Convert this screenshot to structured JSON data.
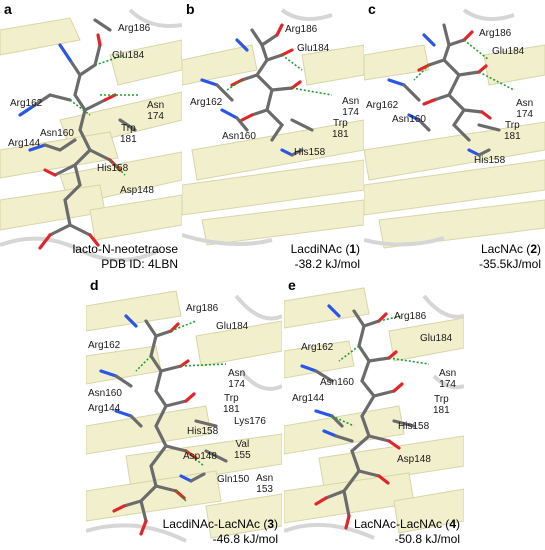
{
  "panels": {
    "a": {
      "label": "a",
      "caption_line1": "lacto-N-neotetraose",
      "caption_line2": "PDB ID: 4LBN",
      "residues": {
        "arg186": "Arg186",
        "glu184": "Glu184",
        "arg162": "Arg162",
        "asn174_1": "Asn",
        "asn174_2": "174",
        "asn160": "Asn160",
        "arg144": "Arg144",
        "trp181_1": "Trp",
        "trp181_2": "181",
        "his158": "His158",
        "asp148": "Asp148"
      }
    },
    "b": {
      "label": "b",
      "caption_name": "LacdiNAc (",
      "caption_num": "1",
      "caption_close": ")",
      "caption_energy": "-38.2 kJ/mol",
      "residues": {
        "arg186": "Arg186",
        "glu184": "Glu184",
        "arg162": "Arg162",
        "asn174_1": "Asn",
        "asn174_2": "174",
        "asn160": "Asn160",
        "trp181_1": "Trp",
        "trp181_2": "181",
        "his158": "His158"
      }
    },
    "c": {
      "label": "c",
      "caption_name": "LacNAc (",
      "caption_num": "2",
      "caption_close": ")",
      "caption_energy": "-35.5kJ/mol",
      "residues": {
        "arg186": "Arg186",
        "glu184": "Glu184",
        "arg162": "Arg162",
        "asn174_1": "Asn",
        "asn174_2": "174",
        "asn160": "Asn160",
        "trp181_1": "Trp",
        "trp181_2": "181",
        "his158": "His158"
      }
    },
    "d": {
      "label": "d",
      "caption_name": "LacdiNAc-LacNAc (",
      "caption_num": "3",
      "caption_close": ")",
      "caption_energy": "-46.8 kJ/mol",
      "residues": {
        "arg186": "Arg186",
        "glu184": "Glu184",
        "arg162": "Arg162",
        "asn174_1": "Asn",
        "asn174_2": "174",
        "asn160": "Asn160",
        "arg144": "Arg144",
        "trp181_1": "Trp",
        "trp181_2": "181",
        "lys176": "Lys176",
        "his158": "His158",
        "val155_1": "Val",
        "val155_2": "155",
        "asp148": "Asp148",
        "gln150": "Gln150",
        "asn153_1": "Asn",
        "asn153_2": "153"
      }
    },
    "e": {
      "label": "e",
      "caption_name": "LacNAc-LacNAc (",
      "caption_num": "4",
      "caption_close": ")",
      "caption_energy": "-50.8 kJ/mol",
      "residues": {
        "arg186": "Arg186",
        "glu184": "Glu184",
        "arg162": "Arg162",
        "asn174_1": "Asn",
        "asn174_2": "174",
        "asn160": "Asn160",
        "arg144": "Arg144",
        "trp181_1": "Trp",
        "trp181_2": "181",
        "his158": "His158",
        "asp148": "Asp148"
      }
    }
  },
  "colors": {
    "ribbon": "#f2f0cc",
    "ribbon_edge": "#d8d5a8",
    "coil": "#d6d6d6",
    "carbon": "#6b6b6b",
    "oxygen": "#e0262b",
    "nitrogen": "#2a55e6",
    "hbond": "#1f9e2f"
  }
}
